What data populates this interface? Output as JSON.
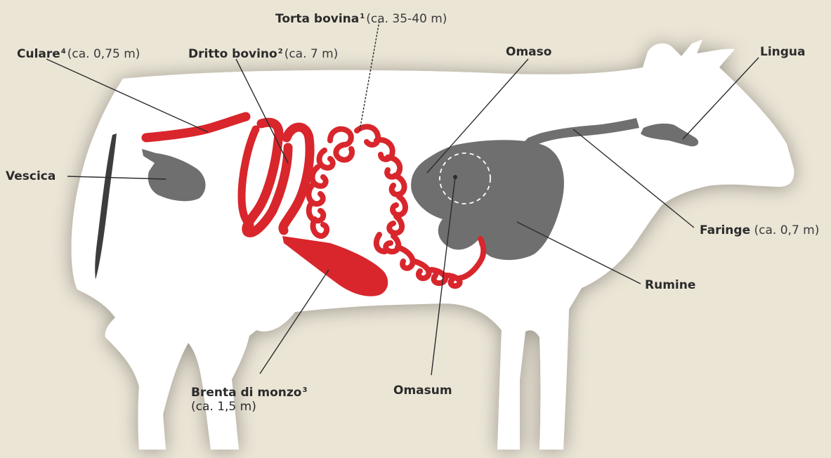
{
  "colors": {
    "background": "#ebe5d6",
    "body": "#ffffff",
    "intestine_red": "#d8262c",
    "organ_gray": "#6f6f6f",
    "leader_line": "#2b2b2b"
  },
  "labels": {
    "torta_bovina": {
      "name": "Torta bovina",
      "note": "1",
      "measure": "(ca. 35-40 m)"
    },
    "culare": {
      "name": "Culare",
      "note": "4",
      "measure": "(ca. 0,75 m)"
    },
    "dritto_bovino": {
      "name": "Dritto bovino",
      "note": "2",
      "measure": "(ca. 7 m)"
    },
    "omaso": {
      "name": "Omaso"
    },
    "lingua": {
      "name": "Lingua"
    },
    "vescica": {
      "name": "Vescica"
    },
    "faringe": {
      "name": "Faringe",
      "measure": "(ca. 0,7 m)"
    },
    "rumine": {
      "name": "Rumine"
    },
    "brenta_di_monzo": {
      "name": "Brenta di monzo",
      "note": "3",
      "measure": "(ca. 1,5 m)"
    },
    "omasum": {
      "name": "Omasum"
    }
  }
}
